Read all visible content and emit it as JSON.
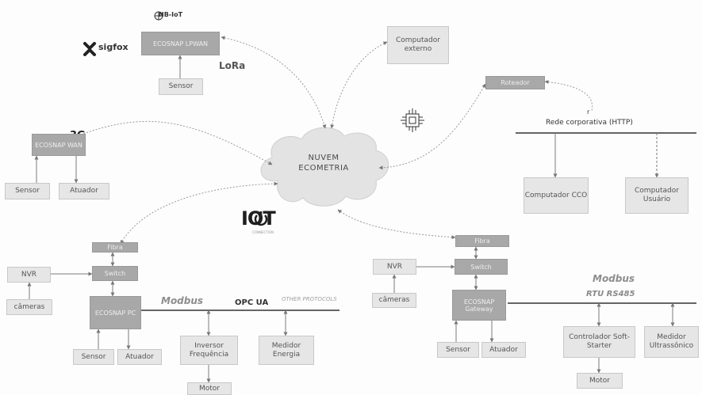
{
  "cloud": {
    "line1": "NUVEM",
    "line2": "ECOMETRIA"
  },
  "logos": {
    "sigfox": "sigfox",
    "lora": "LoRa",
    "nbiot": "NB-IoT",
    "g3": "3G",
    "iot": "IOT",
    "iot_sub": "CONNECTION",
    "modbus_left": "Modbus",
    "opcua": "OPC UA",
    "other": "OTHER PROTOCOLS",
    "modbus_right": "Modbus",
    "rtu": "RTU RS485"
  },
  "network_label": "Rede corporativa (HTTP)",
  "tick_label": "r",
  "nodes": {
    "ecosnap_lpwan": "ECOSNAP LPWAN",
    "sensor_top": "Sensor",
    "computador_externo": "Computador externo",
    "roteador": "Roteador",
    "ecosnap_3g": "ECOSNAP WAN",
    "sensor_left": "Sensor",
    "atuador_left": "Atuador",
    "computador_cco": "Computador CCO",
    "computador_usuario": "Computador Usuário",
    "fibra_left": "Fibra",
    "nvr_left": "NVR",
    "switch_left": "Switch",
    "cameras_left": "câmeras",
    "ecosnap_pc": "ECOSNAP PC",
    "sensor_bl": "Sensor",
    "atuador_bl": "Atuador",
    "inversor": "Inversor Frequência",
    "medidor_energia": "Medidor Energia",
    "motor_left": "Motor",
    "fibra_right": "Fibra",
    "nvr_right": "NVR",
    "switch_right": "Switch",
    "cameras_right": "câmeras",
    "ecosnap_gw": "ECOSNAP Gateway",
    "sensor_br": "Sensor",
    "atuador_br": "Atuador",
    "soft_starter": "Controlador Soft-Starter",
    "medidor_ultra": "Medidor Ultrassônico",
    "motor_right": "Motor"
  }
}
